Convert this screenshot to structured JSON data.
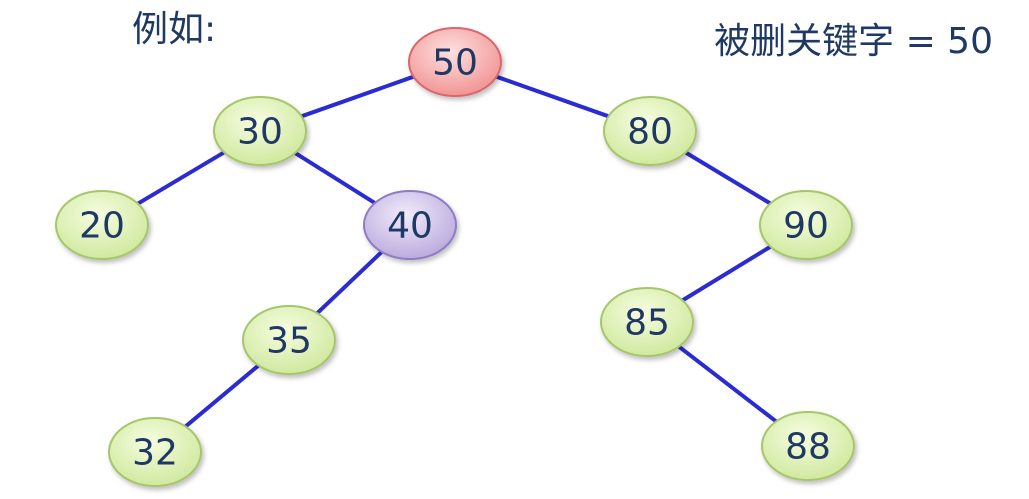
{
  "captions": {
    "example": "例如:",
    "deleted_key": "被删关键字 = 50"
  },
  "colors": {
    "edge": "#2b2bd4",
    "text": "#1f3864",
    "normal_fill_light": "#f6fde0",
    "normal_fill_dark": "#cde79a",
    "normal_stroke": "#a7c66a",
    "root_fill_light": "#ffe0e0",
    "root_fill_dark": "#f08f8f",
    "root_stroke": "#d9676b",
    "highlight_fill_light": "#f1ebfa",
    "highlight_fill_dark": "#b7a6dc",
    "highlight_stroke": "#8f7cc4"
  },
  "tree": {
    "nodes": [
      {
        "id": "n50",
        "label": "50",
        "style": "root"
      },
      {
        "id": "n30",
        "label": "30",
        "style": "normal"
      },
      {
        "id": "n80",
        "label": "80",
        "style": "normal"
      },
      {
        "id": "n20",
        "label": "20",
        "style": "normal"
      },
      {
        "id": "n40",
        "label": "40",
        "style": "highlight"
      },
      {
        "id": "n90",
        "label": "90",
        "style": "normal"
      },
      {
        "id": "n35",
        "label": "35",
        "style": "normal"
      },
      {
        "id": "n85",
        "label": "85",
        "style": "normal"
      },
      {
        "id": "n32",
        "label": "32",
        "style": "normal"
      },
      {
        "id": "n88",
        "label": "88",
        "style": "normal"
      }
    ],
    "edges": [
      {
        "from": "n50",
        "to": "n30"
      },
      {
        "from": "n50",
        "to": "n80"
      },
      {
        "from": "n30",
        "to": "n20"
      },
      {
        "from": "n30",
        "to": "n40"
      },
      {
        "from": "n80",
        "to": "n90"
      },
      {
        "from": "n40",
        "to": "n35"
      },
      {
        "from": "n90",
        "to": "n85"
      },
      {
        "from": "n35",
        "to": "n32"
      },
      {
        "from": "n85",
        "to": "n88"
      }
    ]
  }
}
